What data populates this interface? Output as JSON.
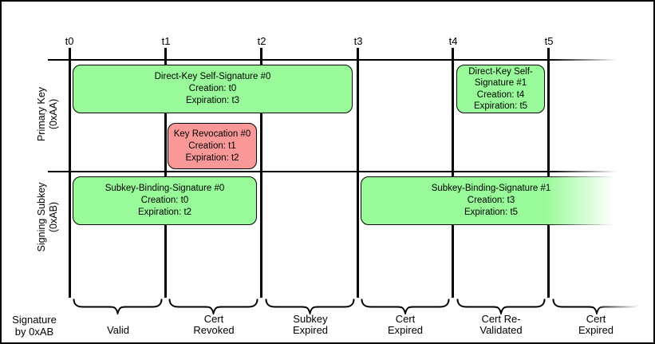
{
  "timeline": {
    "ticks": [
      "t0",
      "t1",
      "t2",
      "t3",
      "t4",
      "t5"
    ]
  },
  "rows": [
    {
      "name": "primary-key",
      "label_line1": "Primary Key",
      "label_line2": "(0xAA)"
    },
    {
      "name": "signing-subkey",
      "label_line1": "Signing Subkey",
      "label_line2": "(0xAB)"
    }
  ],
  "boxes": [
    {
      "name": "direct-key-self-signature-0",
      "color": "#98FA98",
      "lines": [
        "Direct-Key Self-Signature #0",
        "Creation: t0",
        "Expiration: t3"
      ]
    },
    {
      "name": "key-revocation-0",
      "color": "#FA9898",
      "lines": [
        "Key Revocation #0",
        "Creation: t1",
        "Expiration: t2"
      ]
    },
    {
      "name": "direct-key-self-signature-1",
      "color": "#98FA98",
      "lines": [
        "Direct-Key Self-",
        "Signature #1",
        "Creation: t4",
        "Expiration: t5"
      ]
    },
    {
      "name": "subkey-binding-signature-0",
      "color": "#98FA98",
      "lines": [
        "Subkey-Binding-Signature #0",
        "Creation: t0",
        "Expiration: t2"
      ]
    },
    {
      "name": "subkey-binding-signature-1",
      "color": "#98FA98",
      "lines": [
        "Subkey-Binding-Signature #1",
        "Creation: t3",
        "Expiration: t5"
      ]
    }
  ],
  "bottom": {
    "axis_label": {
      "line1": "Signature",
      "line2": "by 0xAB"
    },
    "zones": [
      {
        "lines": [
          "Valid"
        ]
      },
      {
        "lines": [
          "Cert",
          "Revoked"
        ]
      },
      {
        "lines": [
          "Subkey",
          "Expired"
        ]
      },
      {
        "lines": [
          "Cert",
          "Expired"
        ]
      },
      {
        "lines": [
          "Cert Re-",
          "Validated"
        ]
      },
      {
        "lines": [
          "Cert",
          "Expired"
        ]
      }
    ]
  },
  "colors": {
    "signature_valid_green": "#98FA98",
    "revocation_red": "#FA9898",
    "line_black": "#000000",
    "background": "#FFFFFF"
  }
}
